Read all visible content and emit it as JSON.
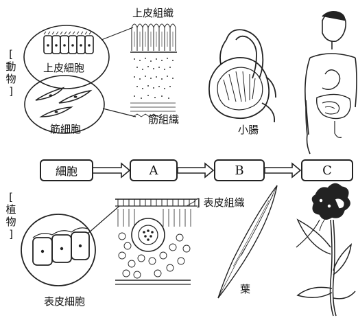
{
  "animal": {
    "side_label": [
      "[",
      "動",
      "物",
      "]"
    ],
    "epithelial_tissue": "上皮組織",
    "epithelial_cell": "上皮細胞",
    "muscle_cell": "筋細胞",
    "muscle_tissue": "筋組織",
    "small_intestine": "小腸"
  },
  "flow": {
    "cell": "細胞",
    "a": "A",
    "b": "B",
    "c": "C"
  },
  "plant": {
    "side_label": [
      "[",
      "植",
      "物",
      "]"
    ],
    "epidermal_tissue": "表皮組織",
    "epidermal_cell": "表皮細胞",
    "leaf": "葉"
  }
}
